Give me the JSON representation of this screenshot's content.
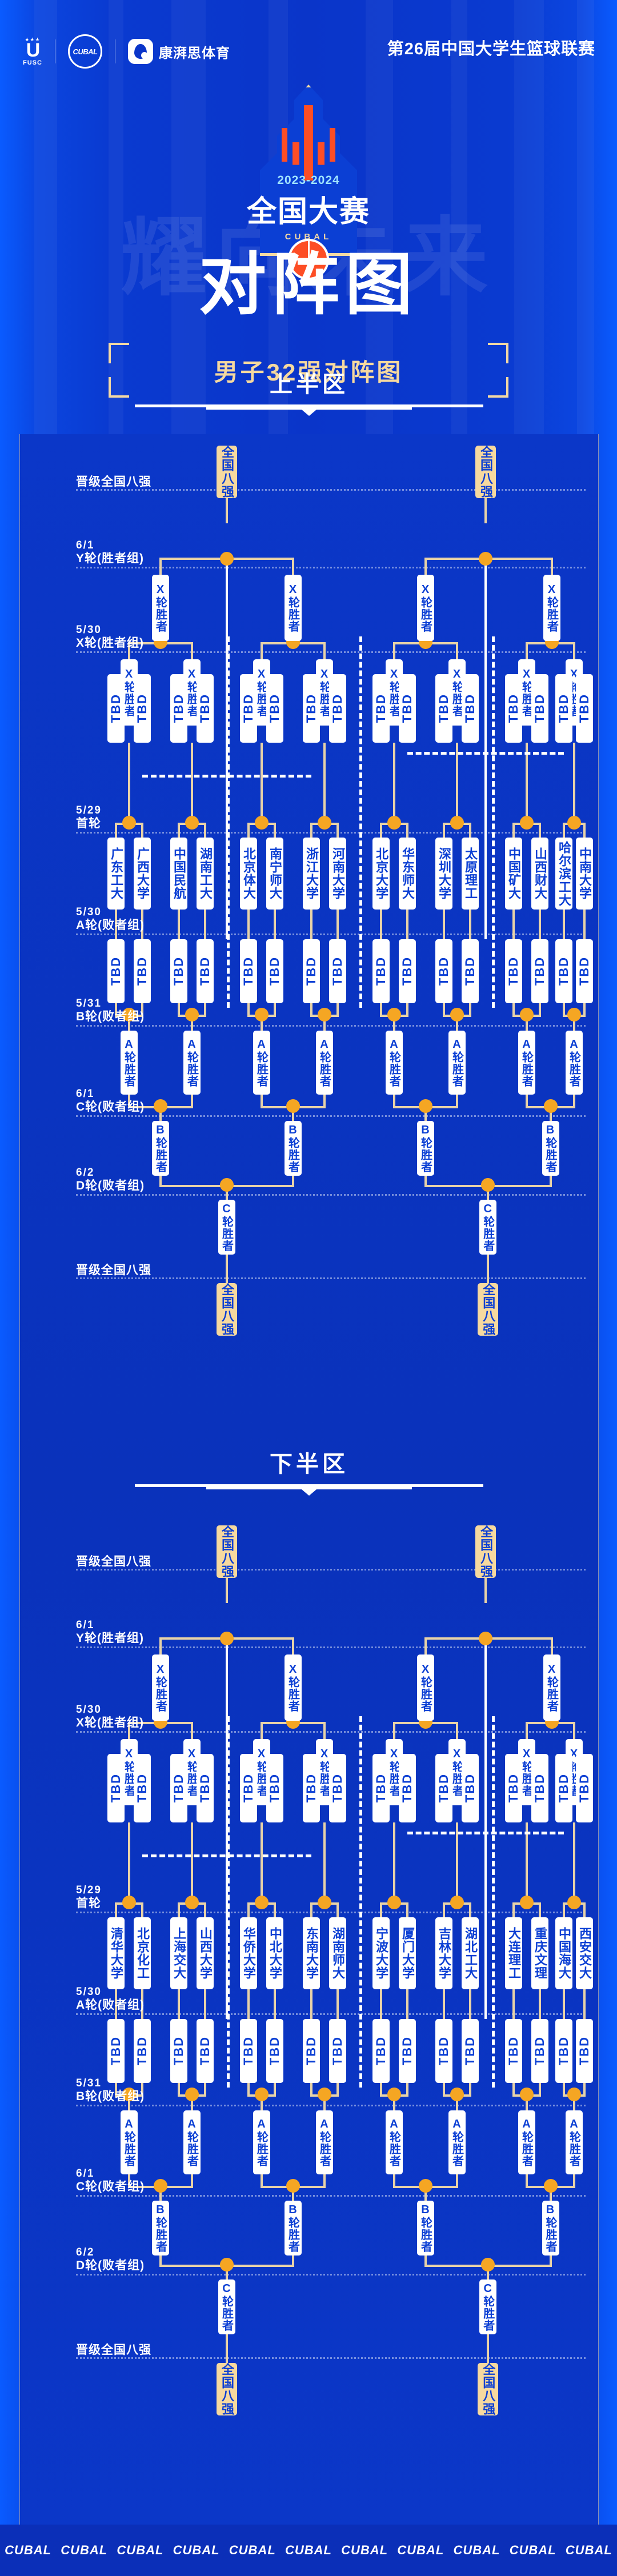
{
  "header": {
    "org_logo_label": "FUSC",
    "league_logo_label": "CUBAL",
    "sponsor_label": "康湃思体育",
    "event_line": "第26届中国大学生篮球联赛",
    "ghost_text": "耀向未来",
    "emblem_years": "2023-2024",
    "emblem_name": "全国大赛",
    "emblem_sub": "CUBAL",
    "main_title": "对阵图",
    "sub_title": "男子32强对阵图"
  },
  "halves": [
    {
      "id": "upper",
      "title": "上半区"
    },
    {
      "id": "lower",
      "title": "下半区"
    }
  ],
  "rounds": [
    {
      "date": "",
      "name": "晋级全国八强"
    },
    {
      "date": "6/1",
      "name": "Y轮(胜者组)"
    },
    {
      "date": "5/30",
      "name": "X轮(胜者组)"
    },
    {
      "date": "5/29",
      "name": "首轮"
    },
    {
      "date": "5/30",
      "name": "A轮(败者组)"
    },
    {
      "date": "5/31",
      "name": "B轮(败者组)"
    },
    {
      "date": "6/1",
      "name": "C轮(败者组)"
    },
    {
      "date": "6/2",
      "name": "D轮(败者组)"
    },
    {
      "date": "",
      "name": "晋级全国八强"
    }
  ],
  "placeholders": {
    "qualify": "全国八强",
    "tbd": "TBD",
    "x_winner": "X轮胜者",
    "y_winner": "Y轮胜者",
    "a_winner": "A轮胜者",
    "b_winner": "B轮胜者",
    "c_winner": "C轮胜者"
  },
  "upper_teams": [
    "广东工大",
    "广西大学",
    "中国民航",
    "湖南工大",
    "北京体大",
    "南宁师大",
    "浙江大学",
    "河南大学",
    "北京大学",
    "华东师大",
    "深圳大学",
    "太原理工",
    "中国矿大",
    "山西财大",
    "哈尔滨工大",
    "中南大学"
  ],
  "lower_teams": [
    "清华大学",
    "北京化工",
    "上海交大",
    "山西大学",
    "华侨大学",
    "中北大学",
    "东南大学",
    "湖南师大",
    "宁波大学",
    "厦门大学",
    "吉林大学",
    "湖北工大",
    "大连理工",
    "重庆文理",
    "中国海大",
    "西安交大"
  ],
  "colors": {
    "bg_blue": "#0a35c9",
    "panel_blue": "#0b37c8",
    "gold": "#f6d99f",
    "line_gold": "#e8d3a8",
    "dot_orange": "#f5a623",
    "white": "#ffffff",
    "accent_red": "#fd4e25"
  },
  "footer": {
    "marks": [
      "CUBAL",
      "CUBAL",
      "CUBAL",
      "CUBAL",
      "CUBAL",
      "CUBAL",
      "CUBAL",
      "CUBAL",
      "CUBAL",
      "CUBAL",
      "CUBAL"
    ]
  }
}
